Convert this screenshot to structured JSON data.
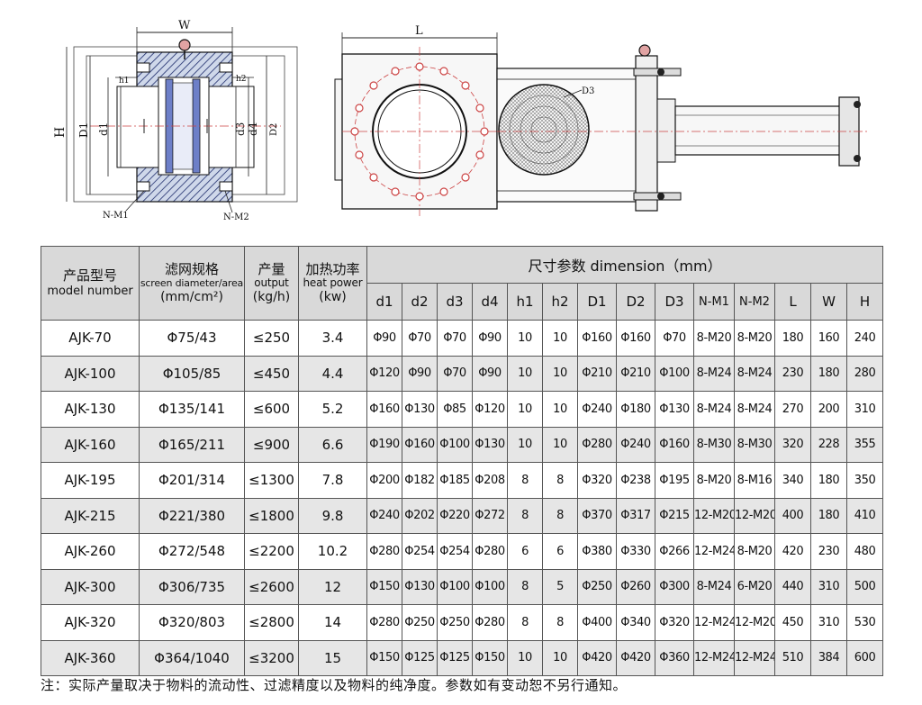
{
  "drawing_labels": {
    "left": {
      "W": "W",
      "H": "H",
      "D1": "D1",
      "d1": "d1",
      "h1": "h1",
      "h2": "h2",
      "d3": "d3",
      "d4": "d4",
      "D2": "D2",
      "NM1": "N-M1",
      "NM2": "N-M2"
    },
    "right": {
      "L": "L",
      "D3": "D3"
    }
  },
  "table": {
    "header": {
      "model": {
        "cn": "产品型号",
        "en": "model number"
      },
      "screen": {
        "cn": "滤网规格",
        "en": "screen diameter/area",
        "unit": "(mm/cm²)"
      },
      "output": {
        "cn": "产量",
        "en": "output",
        "unit": "(kg/h)"
      },
      "heat": {
        "cn": "加热功率",
        "en": "heat power",
        "unit": "(kw)"
      },
      "dimension_group": "尺寸参数  dimension（mm）",
      "dims": [
        "d1",
        "d2",
        "d3",
        "d4",
        "h1",
        "h2",
        "D1",
        "D2",
        "D3",
        "N-M1",
        "N-M2",
        "L",
        "W",
        "H"
      ]
    },
    "rows": [
      [
        "AJK-70",
        "Φ75/43",
        "≤250",
        "3.4",
        "Φ90",
        "Φ70",
        "Φ70",
        "Φ90",
        "10",
        "10",
        "Φ160",
        "Φ160",
        "Φ70",
        "8-M20",
        "8-M20",
        "180",
        "160",
        "240"
      ],
      [
        "AJK-100",
        "Φ105/85",
        "≤450",
        "4.4",
        "Φ120",
        "Φ90",
        "Φ70",
        "Φ90",
        "10",
        "10",
        "Φ210",
        "Φ210",
        "Φ100",
        "8-M24",
        "8-M24",
        "230",
        "180",
        "280"
      ],
      [
        "AJK-130",
        "Φ135/141",
        "≤600",
        "5.2",
        "Φ160",
        "Φ130",
        "Φ85",
        "Φ120",
        "10",
        "10",
        "Φ240",
        "Φ180",
        "Φ130",
        "8-M24",
        "8-M24",
        "270",
        "200",
        "310"
      ],
      [
        "AJK-160",
        "Φ165/211",
        "≤900",
        "6.6",
        "Φ190",
        "Φ160",
        "Φ100",
        "Φ130",
        "10",
        "10",
        "Φ280",
        "Φ240",
        "Φ160",
        "8-M30",
        "8-M30",
        "320",
        "228",
        "355"
      ],
      [
        "AJK-195",
        "Φ201/314",
        "≤1300",
        "7.8",
        "Φ200",
        "Φ182",
        "Φ185",
        "Φ208",
        "8",
        "8",
        "Φ320",
        "Φ238",
        "Φ195",
        "8-M20",
        "8-M16",
        "340",
        "180",
        "350"
      ],
      [
        "AJK-215",
        "Φ221/380",
        "≤1800",
        "9.8",
        "Φ240",
        "Φ202",
        "Φ220",
        "Φ272",
        "8",
        "8",
        "Φ370",
        "Φ317",
        "Φ215",
        "12-M20",
        "12-M20",
        "400",
        "180",
        "410"
      ],
      [
        "AJK-260",
        "Φ272/548",
        "≤2200",
        "10.2",
        "Φ280",
        "Φ254",
        "Φ254",
        "Φ280",
        "6",
        "6",
        "Φ380",
        "Φ330",
        "Φ266",
        "12-M24",
        "8-M20",
        "420",
        "230",
        "480"
      ],
      [
        "AJK-300",
        "Φ306/735",
        "≤2600",
        "12",
        "Φ150",
        "Φ130",
        "Φ100",
        "Φ100",
        "8",
        "5",
        "Φ250",
        "Φ260",
        "Φ300",
        "8-M24",
        "6-M20",
        "440",
        "310",
        "500"
      ],
      [
        "AJK-320",
        "Φ320/803",
        "≤2800",
        "14",
        "Φ280",
        "Φ250",
        "Φ250",
        "Φ280",
        "8",
        "8",
        "Φ400",
        "Φ340",
        "Φ320",
        "12-M24",
        "12-M20",
        "450",
        "310",
        "530"
      ],
      [
        "AJK-360",
        "Φ364/1040",
        "≤3200",
        "15",
        "Φ150",
        "Φ125",
        "Φ125",
        "Φ150",
        "10",
        "10",
        "Φ420",
        "Φ420",
        "Φ360",
        "12-M24",
        "12-M24",
        "510",
        "384",
        "600"
      ]
    ]
  },
  "footnote": "注：实际产量取决于物料的流动性、过滤精度以及物料的纯净度。参数如有变动恕不另行通知。"
}
